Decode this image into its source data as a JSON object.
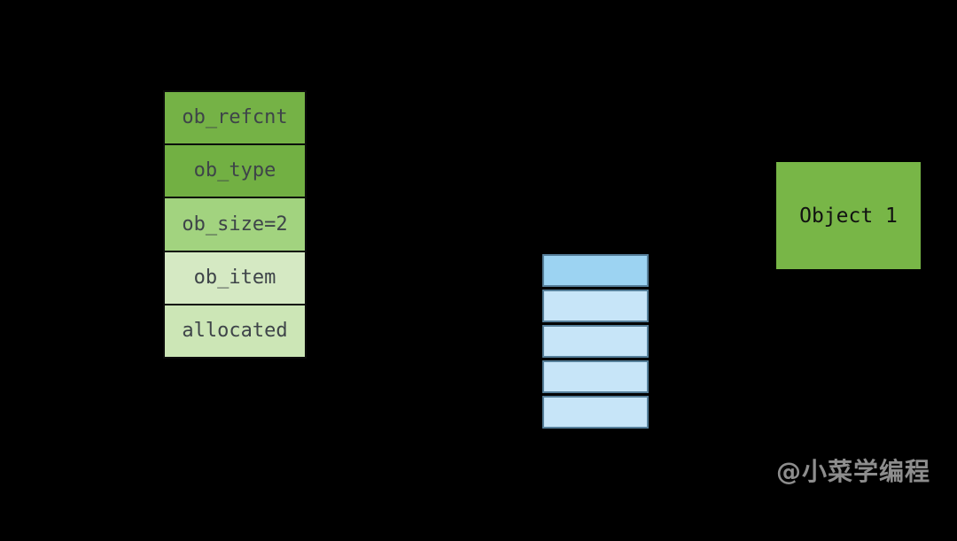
{
  "background_color": "#000000",
  "list_object": {
    "text_color": "#3e4449",
    "border_color": "#0b0b0b",
    "rows": [
      {
        "label": "ob_refcnt",
        "fill": "#75b246"
      },
      {
        "label": "ob_type",
        "fill": "#72b043"
      },
      {
        "label": "ob_size=2",
        "fill": "#a2d37f"
      },
      {
        "label": "ob_item",
        "fill": "#d5e9c3"
      },
      {
        "label": "allocated",
        "fill": "#cce6b6"
      }
    ]
  },
  "item_array": {
    "cell_count": 5,
    "border_color": "#567f9a",
    "cells": [
      {
        "fill": "#9cd3f2"
      },
      {
        "fill": "#c7e5f8"
      },
      {
        "fill": "#c7e5f8"
      },
      {
        "fill": "#c7e5f8"
      },
      {
        "fill": "#c7e5f8"
      }
    ]
  },
  "object_box": {
    "label": "Object 1",
    "fill": "#78b647",
    "text_color": "#111111"
  },
  "watermark": {
    "text": "@小菜学编程",
    "color": "#8d8d8d"
  }
}
